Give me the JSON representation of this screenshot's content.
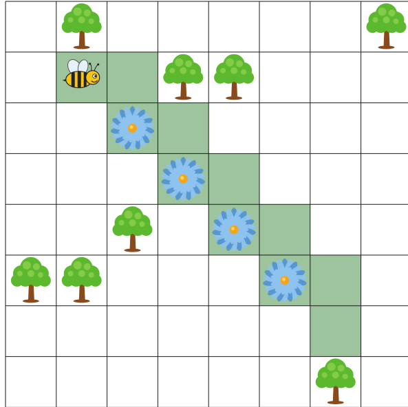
{
  "grid": {
    "rows": 8,
    "cols": 8,
    "path_color": "#9dc49d",
    "line_color": "#1a1a1a",
    "cells": [
      [
        "",
        "tree",
        "",
        "",
        "",
        "",
        "",
        "tree"
      ],
      [
        "",
        "bee",
        "",
        "tree",
        "tree",
        "",
        "",
        ""
      ],
      [
        "",
        "",
        "flower",
        "",
        "",
        "",
        "",
        ""
      ],
      [
        "",
        "",
        "",
        "flower",
        "",
        "",
        "",
        ""
      ],
      [
        "",
        "",
        "tree",
        "",
        "flower",
        "",
        "",
        ""
      ],
      [
        "tree",
        "tree",
        "",
        "",
        "",
        "flower",
        "",
        ""
      ],
      [
        "",
        "",
        "",
        "",
        "",
        "",
        "",
        ""
      ],
      [
        "",
        "",
        "",
        "",
        "",
        "",
        "tree",
        ""
      ]
    ],
    "highlighted": [
      [
        1,
        1
      ],
      [
        1,
        2
      ],
      [
        2,
        2
      ],
      [
        2,
        3
      ],
      [
        3,
        3
      ],
      [
        3,
        4
      ],
      [
        4,
        4
      ],
      [
        4,
        5
      ],
      [
        5,
        5
      ],
      [
        5,
        6
      ],
      [
        6,
        6
      ]
    ]
  },
  "icons": {
    "tree": "tree-icon",
    "flower": "flower-icon",
    "bee": "bee-icon"
  },
  "colors": {
    "tree_leaf": "#5cb82e",
    "tree_leaf_light": "#8fd14f",
    "tree_trunk": "#8a4b1c",
    "flower_petal": "#8ec2ef",
    "flower_petal_dark": "#4f92d6",
    "flower_center": "#f2a61e",
    "bee_body": "#f5c518",
    "bee_stripe": "#222222",
    "bee_wing": "#e6f2fb"
  }
}
